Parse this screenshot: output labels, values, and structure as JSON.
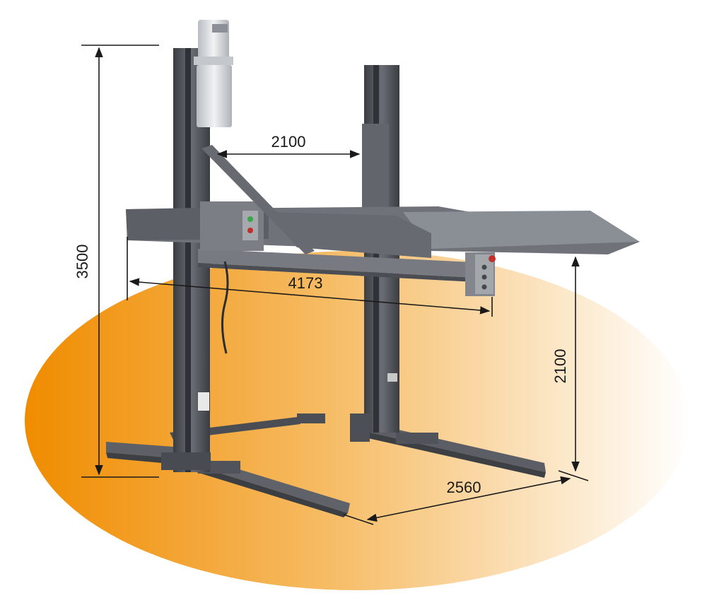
{
  "dimensions": {
    "post_gap": "2100",
    "total_height": "3500",
    "platform_length": "4173",
    "lift_height": "2100",
    "base_width": "2560"
  },
  "colors": {
    "backdrop_start": "#f08c00",
    "backdrop_end": "#ffffff",
    "steel": "#55595f",
    "steel_dark": "#3a3d42",
    "steel_light": "#7d8288",
    "motor": "#d9dcdf",
    "dimension_line": "#1a1a1a"
  }
}
